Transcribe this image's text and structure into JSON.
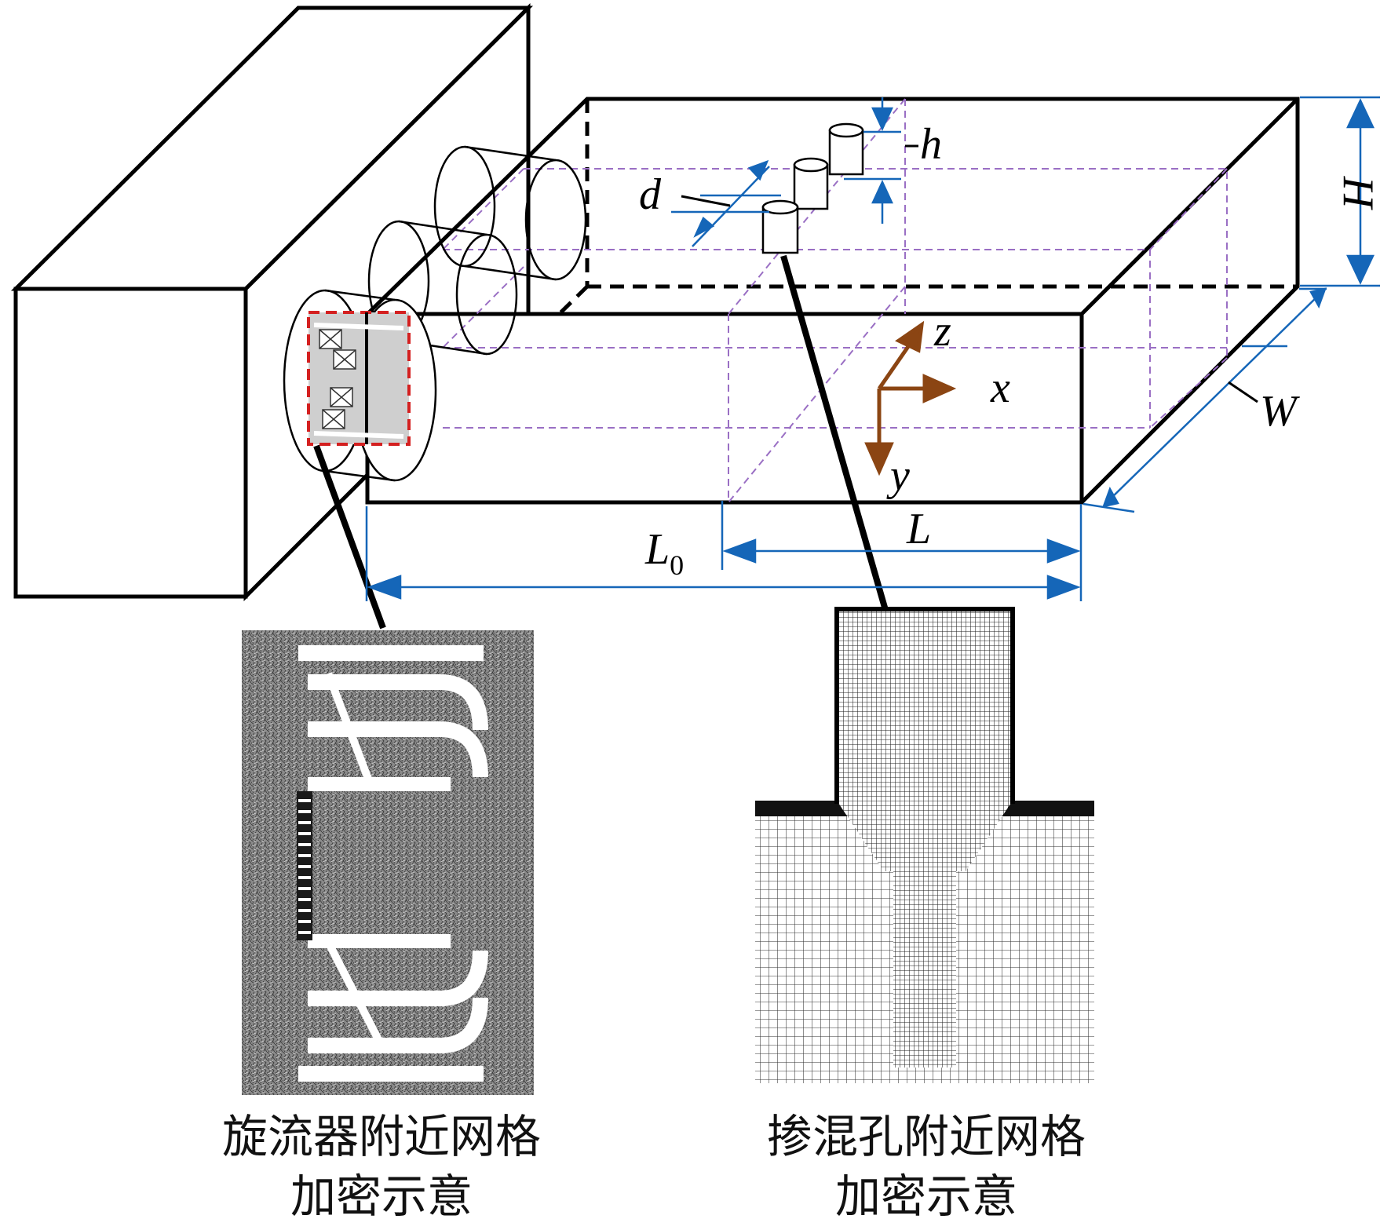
{
  "labels": {
    "h": "h",
    "d": "d",
    "H": "H",
    "W": "W",
    "L": "L",
    "L0_main": "L",
    "L0_sub": "0",
    "x": "x",
    "y": "y",
    "z": "z"
  },
  "captions": {
    "swirler": {
      "line1": "旋流器附近网格",
      "line2": "加密示意"
    },
    "mixing": {
      "line1": "掺混孔附近网格",
      "line2": "加密示意"
    }
  },
  "colors": {
    "dimension": "#1566b8",
    "axis": "#8b4513",
    "grid_dashed": "#9a6fc4",
    "highlight": "#d42020"
  }
}
